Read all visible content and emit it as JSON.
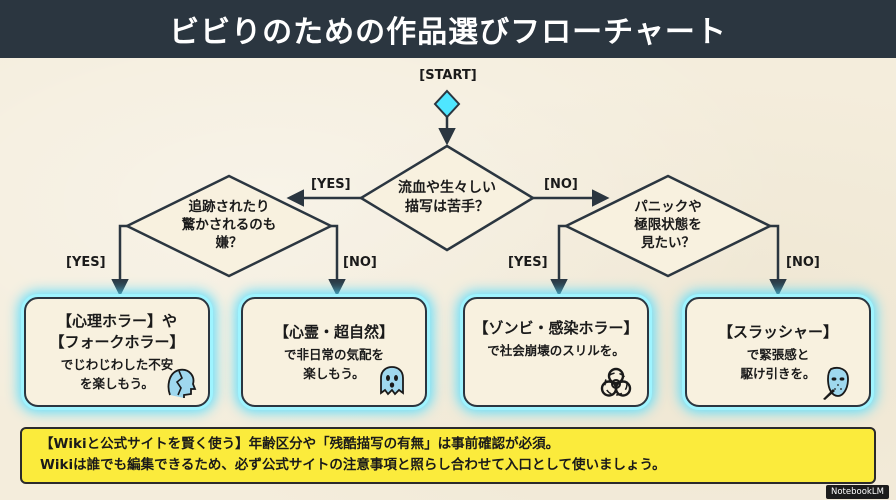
{
  "title": "ビビりのための作品選びフローチャート",
  "start": "[START]",
  "q1": {
    "line1": "流血や生々しい",
    "line2": "描写は苦手？"
  },
  "q2": {
    "line1": "追跡されたり",
    "line2": "驚かされるのも",
    "line3": "嫌？"
  },
  "q3": {
    "line1": "パニックや",
    "line2": "極限状態を",
    "line3": "見たい？"
  },
  "labels": {
    "q1_yes": "[YES]",
    "q1_no": "[NO]",
    "q2_yes": "[YES]",
    "q2_no": "[NO]",
    "q3_yes": "[YES]",
    "q3_no": "[NO]"
  },
  "results": [
    {
      "title1": "【心理ホラー】や",
      "title2": "【フォークホラー】",
      "desc1": "でじわじわした不安",
      "desc2": "を楽しもう。",
      "icon": "cracked-head-icon"
    },
    {
      "title1": "【心霊・超自然】",
      "title2": "",
      "desc1": "で非日常の気配を",
      "desc2": "楽しもう。",
      "icon": "ghost-icon"
    },
    {
      "title1": "【ゾンビ・感染ホラー】",
      "title2": "",
      "desc1": "で社会崩壊のスリルを。",
      "desc2": "",
      "icon": "biohazard-icon"
    },
    {
      "title1": "【スラッシャー】",
      "title2": "",
      "desc1": "で緊張感と",
      "desc2": "駆け引きを。",
      "icon": "hockey-mask-knife-icon"
    }
  ],
  "note": {
    "line1": "【Wikiと公式サイトを賢く使う】年齢区分や「残酷描写の有無」は事前確認が必須。",
    "line2": "Wikiは誰でも編集できるため、必ず公式サイトの注意事項と照らし合わせて入口として使いましょう。"
  },
  "badge": "NotebookLM",
  "colors": {
    "header": "#2b3640",
    "glow": "#5de3ff",
    "note": "#fbeb3c",
    "start_diamond": "#4fe6ff"
  }
}
